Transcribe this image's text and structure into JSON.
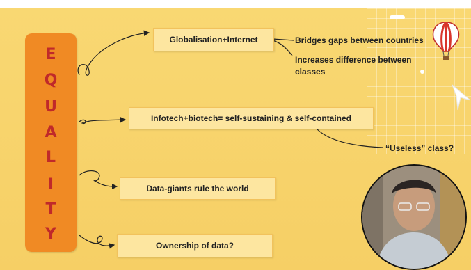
{
  "slide": {
    "vertical_word_letters": [
      "E",
      "Q",
      "U",
      "A",
      "L",
      "I",
      "T",
      "Y"
    ],
    "boxes": {
      "globalisation": "Globalisation+Internet",
      "infotech": "Infotech+biotech= self-sustaining & self-contained",
      "data_giants": "Data-giants rule the world",
      "ownership": "Ownership of data?"
    },
    "notes": {
      "bridges": "Bridges gaps between countries",
      "increases_line1": "Increases difference between",
      "increases_line2": "classes",
      "useless": "“Useless” class?"
    }
  },
  "colors": {
    "background": "#f7d068",
    "bar": "#f08a24",
    "letters": "#c0292a",
    "box_fill": "#fde6a0"
  },
  "icons": [
    "hot-air-balloon-icon",
    "paper-plane-icon"
  ]
}
